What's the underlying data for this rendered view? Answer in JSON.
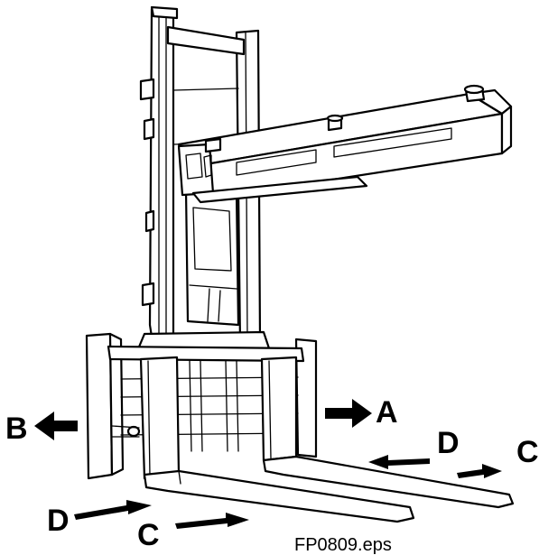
{
  "labels": {
    "a": "A",
    "b": "B",
    "c_right": "C",
    "c_bottom": "C",
    "d_right": "D",
    "d_left": "D"
  },
  "filename": "FP0809.eps"
}
